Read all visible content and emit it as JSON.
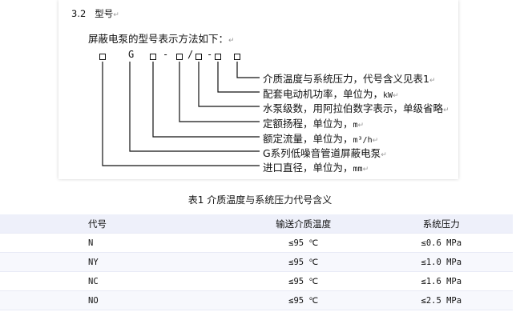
{
  "section": {
    "number": "3.2",
    "title": "型号",
    "mark": "↵"
  },
  "intro": "屏蔽电泵的型号表示方法如下：",
  "code": {
    "g_letter": "G",
    "dash1": "-",
    "slash": "/",
    "dash2": "-"
  },
  "descriptions": [
    {
      "text": "介质温度与系统压力，代号含义见表1",
      "unit": ""
    },
    {
      "text": "配套电动机功率，单位为，",
      "unit": "kW"
    },
    {
      "text": "水泵级数，用阿拉伯数字表示，单级省略",
      "unit": ""
    },
    {
      "text": "定额扬程，单位为，",
      "unit": "m"
    },
    {
      "text": "额定流量，单位为，",
      "unit": "m³/h"
    },
    {
      "text": "G系列低噪音管道屏蔽电泵",
      "unit": ""
    },
    {
      "text": "进口直径，单位为，",
      "unit": "mm"
    }
  ],
  "table": {
    "caption": "表1    介质温度与系统压力代号含义",
    "headers": [
      "代号",
      "输送介质温度",
      "系统压力"
    ],
    "rows": [
      [
        "N",
        "≤95 ℃",
        "≤0.6 MPa"
      ],
      [
        "NY",
        "≤95 ℃",
        "≤1.0 MPa"
      ],
      [
        "NC",
        "≤95 ℃",
        "≤1.6 MPa"
      ],
      [
        "NO",
        "≤95 ℃",
        "≤2.5 MPa"
      ]
    ]
  }
}
